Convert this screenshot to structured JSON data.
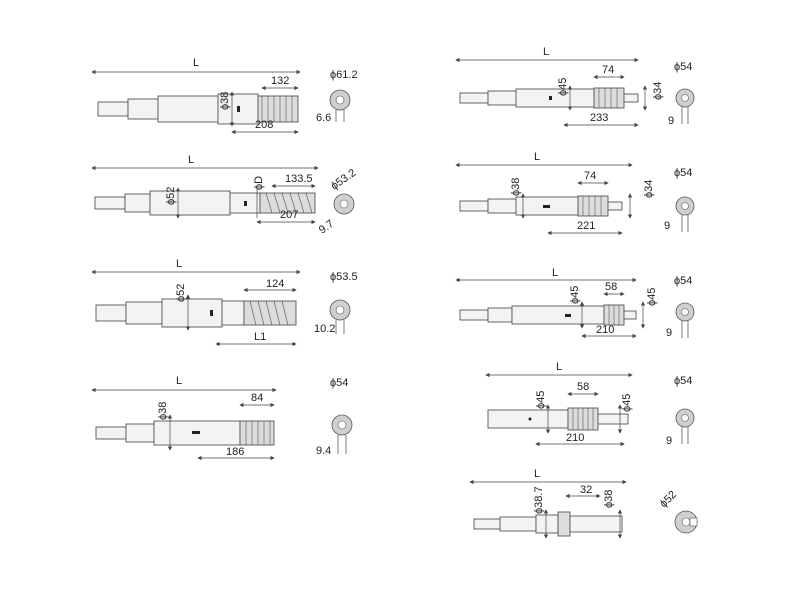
{
  "drawings": [
    {
      "id": "d1",
      "length": "L",
      "diameter": "ϕ38",
      "spline_len": "132",
      "total_spline": "208",
      "end_dia": "ϕ61.2",
      "key_w": "6.6"
    },
    {
      "id": "d2",
      "length": "L",
      "diameter": "ϕ52",
      "d_label": "ϕD",
      "spline_len": "133.5",
      "total_spline": "207",
      "end_dia": "ϕ53.2",
      "key_w": "9.7"
    },
    {
      "id": "d3",
      "length": "L",
      "diameter": "ϕ52",
      "spline_len": "124",
      "total_spline": "L1",
      "end_dia": "ϕ53.5",
      "key_w": "10.2"
    },
    {
      "id": "d4",
      "length": "L",
      "diameter": "ϕ38",
      "spline_len": "84",
      "total_spline": "186",
      "end_dia": "ϕ54",
      "key_w": "9.4"
    },
    {
      "id": "d5",
      "length": "L",
      "diameter": "ϕ45",
      "spline_len": "74",
      "right_dia": "ϕ34",
      "total_spline": "233",
      "end_dia": "ϕ54",
      "key_w": "9"
    },
    {
      "id": "d6",
      "length": "L",
      "diameter": "ϕ38",
      "spline_len": "74",
      "right_dia": "ϕ34",
      "total_spline": "221",
      "end_dia": "ϕ54",
      "key_w": "9"
    },
    {
      "id": "d7",
      "length": "L",
      "diameter": "ϕ45",
      "spline_len": "58",
      "right_dia": "ϕ45",
      "total_spline": "210",
      "end_dia": "ϕ54",
      "key_w": "9"
    },
    {
      "id": "d8",
      "length": "L",
      "diameter": "ϕ45",
      "spline_len": "58",
      "right_dia": "ϕ45",
      "total_spline": "210",
      "end_dia": "ϕ54",
      "key_w": "9"
    },
    {
      "id": "d9",
      "length": "L",
      "diameter": "ϕ38.7",
      "spline_len": "32",
      "right_dia": "ϕ38",
      "end_dia": "ϕ52"
    }
  ]
}
